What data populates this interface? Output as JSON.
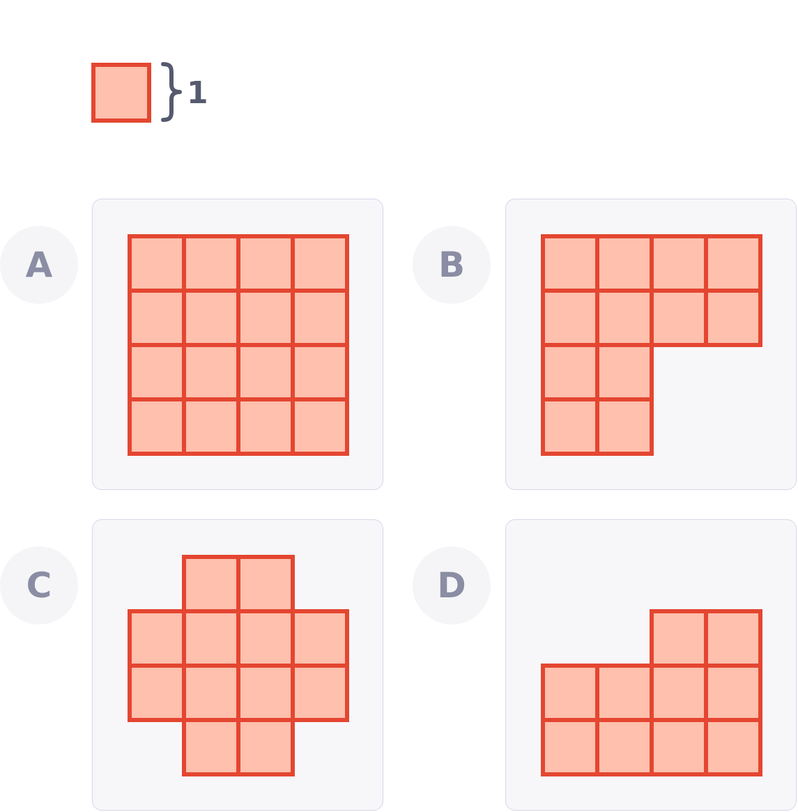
{
  "legend": {
    "unit_value": "1",
    "fill_color": "#ffc0ae",
    "stroke_color": "#e44631"
  },
  "options": [
    {
      "label": "A",
      "cells": [
        [
          0,
          0
        ],
        [
          1,
          0
        ],
        [
          2,
          0
        ],
        [
          3,
          0
        ],
        [
          0,
          1
        ],
        [
          1,
          1
        ],
        [
          2,
          1
        ],
        [
          3,
          1
        ],
        [
          0,
          2
        ],
        [
          1,
          2
        ],
        [
          2,
          2
        ],
        [
          3,
          2
        ],
        [
          0,
          3
        ],
        [
          1,
          3
        ],
        [
          2,
          3
        ],
        [
          3,
          3
        ]
      ]
    },
    {
      "label": "B",
      "cells": [
        [
          0,
          0
        ],
        [
          1,
          0
        ],
        [
          2,
          0
        ],
        [
          3,
          0
        ],
        [
          0,
          1
        ],
        [
          1,
          1
        ],
        [
          2,
          1
        ],
        [
          3,
          1
        ],
        [
          0,
          2
        ],
        [
          1,
          2
        ],
        [
          0,
          3
        ],
        [
          1,
          3
        ]
      ]
    },
    {
      "label": "C",
      "cells": [
        [
          1,
          0
        ],
        [
          2,
          0
        ],
        [
          0,
          1
        ],
        [
          1,
          1
        ],
        [
          2,
          1
        ],
        [
          3,
          1
        ],
        [
          0,
          2
        ],
        [
          1,
          2
        ],
        [
          2,
          2
        ],
        [
          3,
          2
        ],
        [
          1,
          3
        ],
        [
          2,
          3
        ]
      ]
    },
    {
      "label": "D",
      "cells": [
        [
          2,
          1
        ],
        [
          3,
          1
        ],
        [
          0,
          2
        ],
        [
          1,
          2
        ],
        [
          2,
          2
        ],
        [
          3,
          2
        ],
        [
          0,
          3
        ],
        [
          1,
          3
        ],
        [
          2,
          3
        ],
        [
          3,
          3
        ]
      ]
    }
  ]
}
